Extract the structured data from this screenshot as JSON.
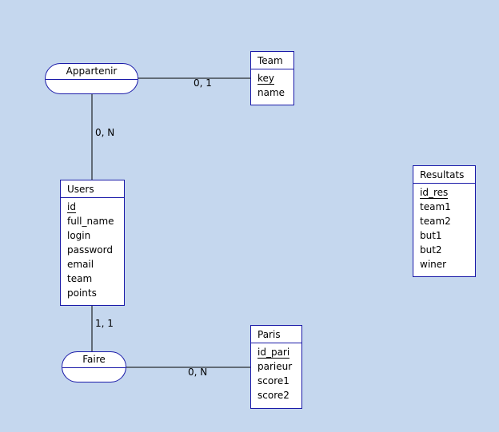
{
  "colors": {
    "background": "#c5d7ee",
    "border": "#1a1aa8",
    "box_fill": "#ffffff"
  },
  "entities": {
    "team": {
      "name": "Team",
      "attributes": [
        "key",
        "name"
      ],
      "key": "key"
    },
    "users": {
      "name": "Users",
      "attributes": [
        "id",
        "full_name",
        "login",
        "password",
        "email",
        "team",
        "points"
      ],
      "key": "id"
    },
    "resultats": {
      "name": "Resultats",
      "attributes": [
        "id_res",
        "team1",
        "team2",
        "but1",
        "but2",
        "winer"
      ],
      "key": "id_res"
    },
    "paris": {
      "name": "Paris",
      "attributes": [
        "id_pari",
        "parieur",
        "score1",
        "score2"
      ],
      "key": "id_pari"
    }
  },
  "relations": {
    "appartenir": {
      "name": "Appartenir"
    },
    "faire": {
      "name": "Faire"
    }
  },
  "cardinalities": {
    "appartenir_team": "0, 1",
    "appartenir_users": "0, N",
    "faire_users": "1, 1",
    "faire_paris": "0, N"
  }
}
